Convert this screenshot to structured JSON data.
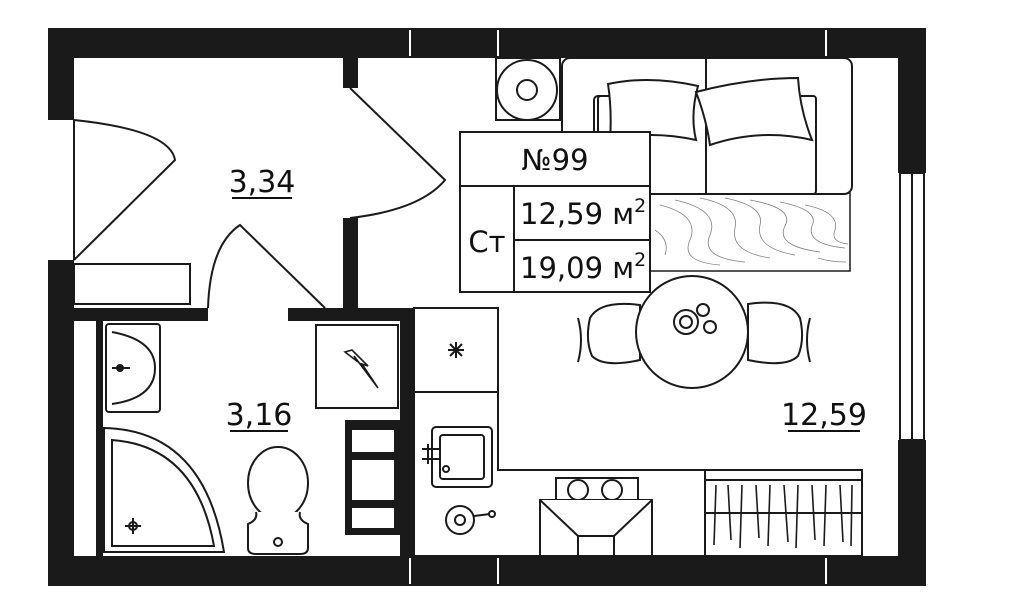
{
  "apartment": {
    "number": "№99",
    "type": "Ст",
    "living_area": "12,59 м",
    "total_area": "19,09 м",
    "area_unit_power": "2"
  },
  "rooms": [
    {
      "id": "hall",
      "area": "3,34"
    },
    {
      "id": "bathroom",
      "area": "3,16"
    },
    {
      "id": "living",
      "area": "12,59"
    }
  ],
  "icons": {
    "fridge": "snowflake-icon",
    "electric_panel": "lightning-icon"
  }
}
